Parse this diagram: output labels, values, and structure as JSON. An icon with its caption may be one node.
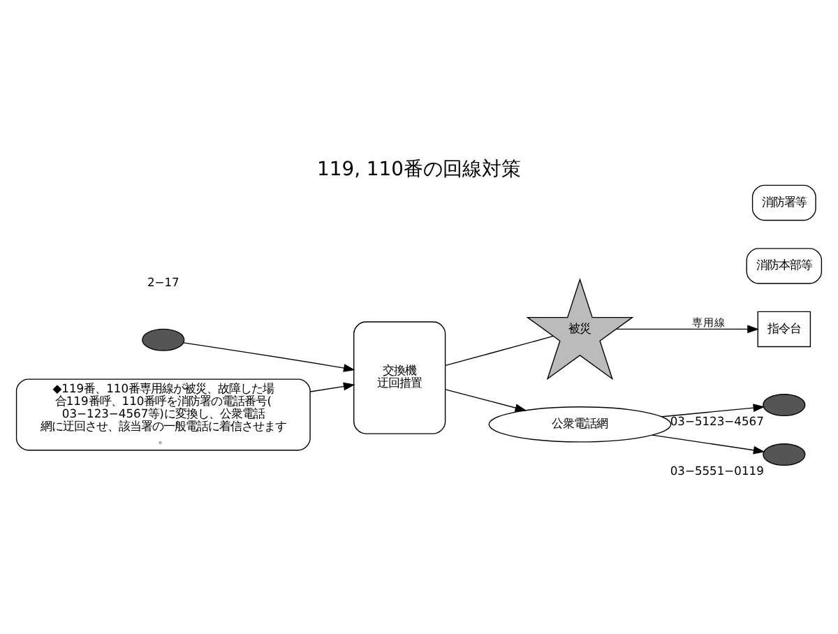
{
  "diagram": {
    "title": "119, 110番の回線対策",
    "nodes": [
      {
        "text": [],
        "shape": "phone"
      },
      {
        "text": [
          "交換機",
          "迂回措置"
        ]
      },
      {
        "text": [
          "被災"
        ]
      },
      {
        "text": [
          "指令台"
        ]
      },
      {
        "text": [
          "消防本部等"
        ]
      },
      {
        "text": [
          "公衆電話網"
        ]
      },
      {
        "text": [],
        "shape": "phone",
        "beside": [
          "03−5123−4567"
        ]
      },
      {
        "text": [],
        "shape": "phone",
        "beside": [
          "03−5551−0119"
        ]
      },
      {
        "text": [
          "消防署等"
        ]
      },
      {
        "text": [
          "◆119番、110番専用線が被災、故障した場合119番呼、110番呼を消防署の電話番号(03−123−4567等)に変換し、公衆電話網に迂回させ、該当署の一般電話に着信させます。"
        ]
      }
    ],
    "edges": [
      {
        "from": 0,
        "to": 1,
        "arrow": "to"
      },
      {
        "from": 1,
        "to": 2,
        "arrow": "none"
      },
      {
        "from": 2,
        "to": 3,
        "arrow": "to",
        "label": "専用線"
      },
      {
        "from": 1,
        "to": 5,
        "arrow": "to"
      },
      {
        "from": 5,
        "to": 6,
        "arrow": "to"
      },
      {
        "from": 5,
        "to": 7,
        "arrow": "to"
      },
      {
        "from": 9,
        "to": 1,
        "arrow": "to"
      }
    ],
    "labels": [
      "2−17"
    ]
  }
}
